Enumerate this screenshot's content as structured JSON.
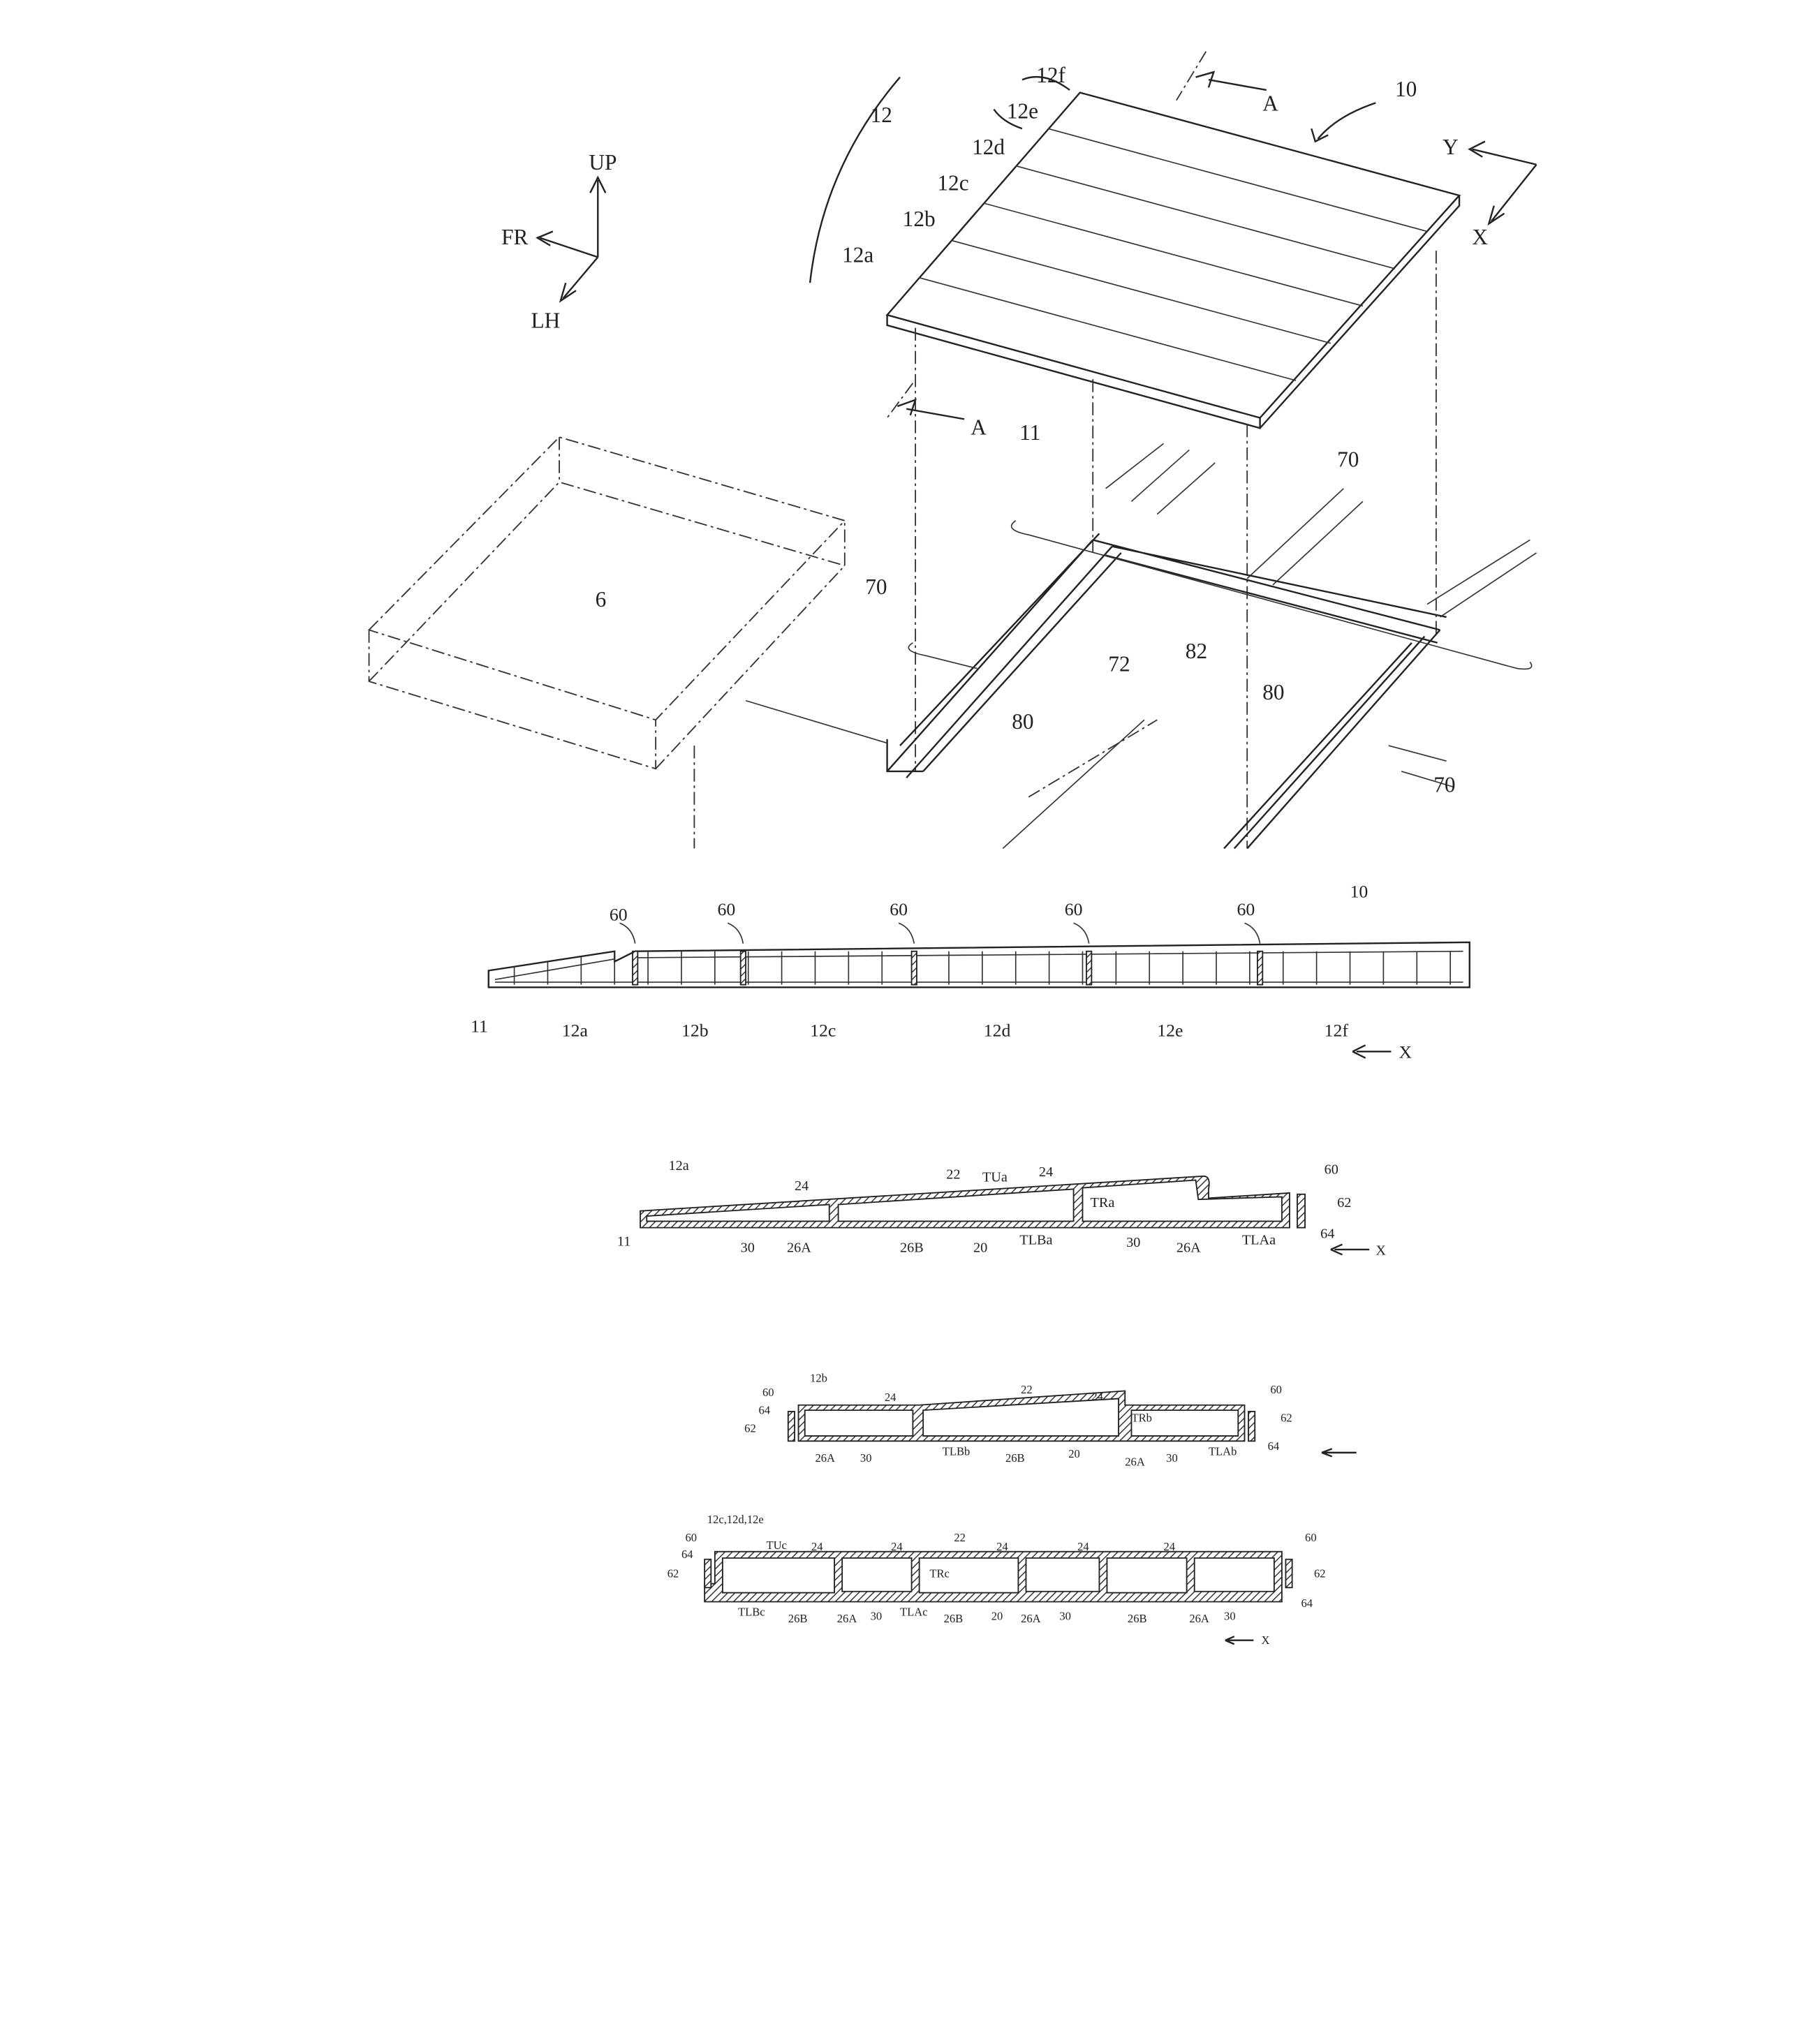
{
  "fig1": {
    "labels": [
      "12",
      "12f",
      "12e",
      "12d",
      "12c",
      "12b",
      "12a",
      "10",
      "A",
      "A",
      "Y",
      "X",
      "UP",
      "FR",
      "LH",
      "11",
      "70",
      "70",
      "70",
      "6",
      "72",
      "82",
      "80",
      "80"
    ]
  },
  "fig2": {
    "labels": [
      "60",
      "60",
      "60",
      "60",
      "60",
      "10",
      "11",
      "12a",
      "12b",
      "12c",
      "12d",
      "12e",
      "12f",
      "X"
    ]
  },
  "fig3": {
    "labels": [
      "12a",
      "22",
      "TUa",
      "24",
      "24",
      "TRa",
      "60",
      "62",
      "64",
      "11",
      "30",
      "26A",
      "26B",
      "20",
      "TLBa",
      "30",
      "26A",
      "TLAa",
      "X"
    ]
  },
  "fig4": {
    "labels": [
      "12b",
      "60",
      "64",
      "62",
      "24",
      "22",
      "24",
      "TRb",
      "60",
      "62",
      "26A",
      "30",
      "TLBb",
      "26B",
      "20",
      "26A",
      "30",
      "TLAb",
      "64"
    ]
  },
  "fig5": {
    "labels": [
      "12c,12d,12e",
      "60",
      "64",
      "62",
      "TUc",
      "24",
      "24",
      "22",
      "24",
      "24",
      "24",
      "TRc",
      "60",
      "62",
      "64",
      "TLBc",
      "26B",
      "26A",
      "30",
      "TLAc",
      "26B",
      "20",
      "26A",
      "30",
      "26B",
      "26A",
      "30",
      "X"
    ]
  }
}
